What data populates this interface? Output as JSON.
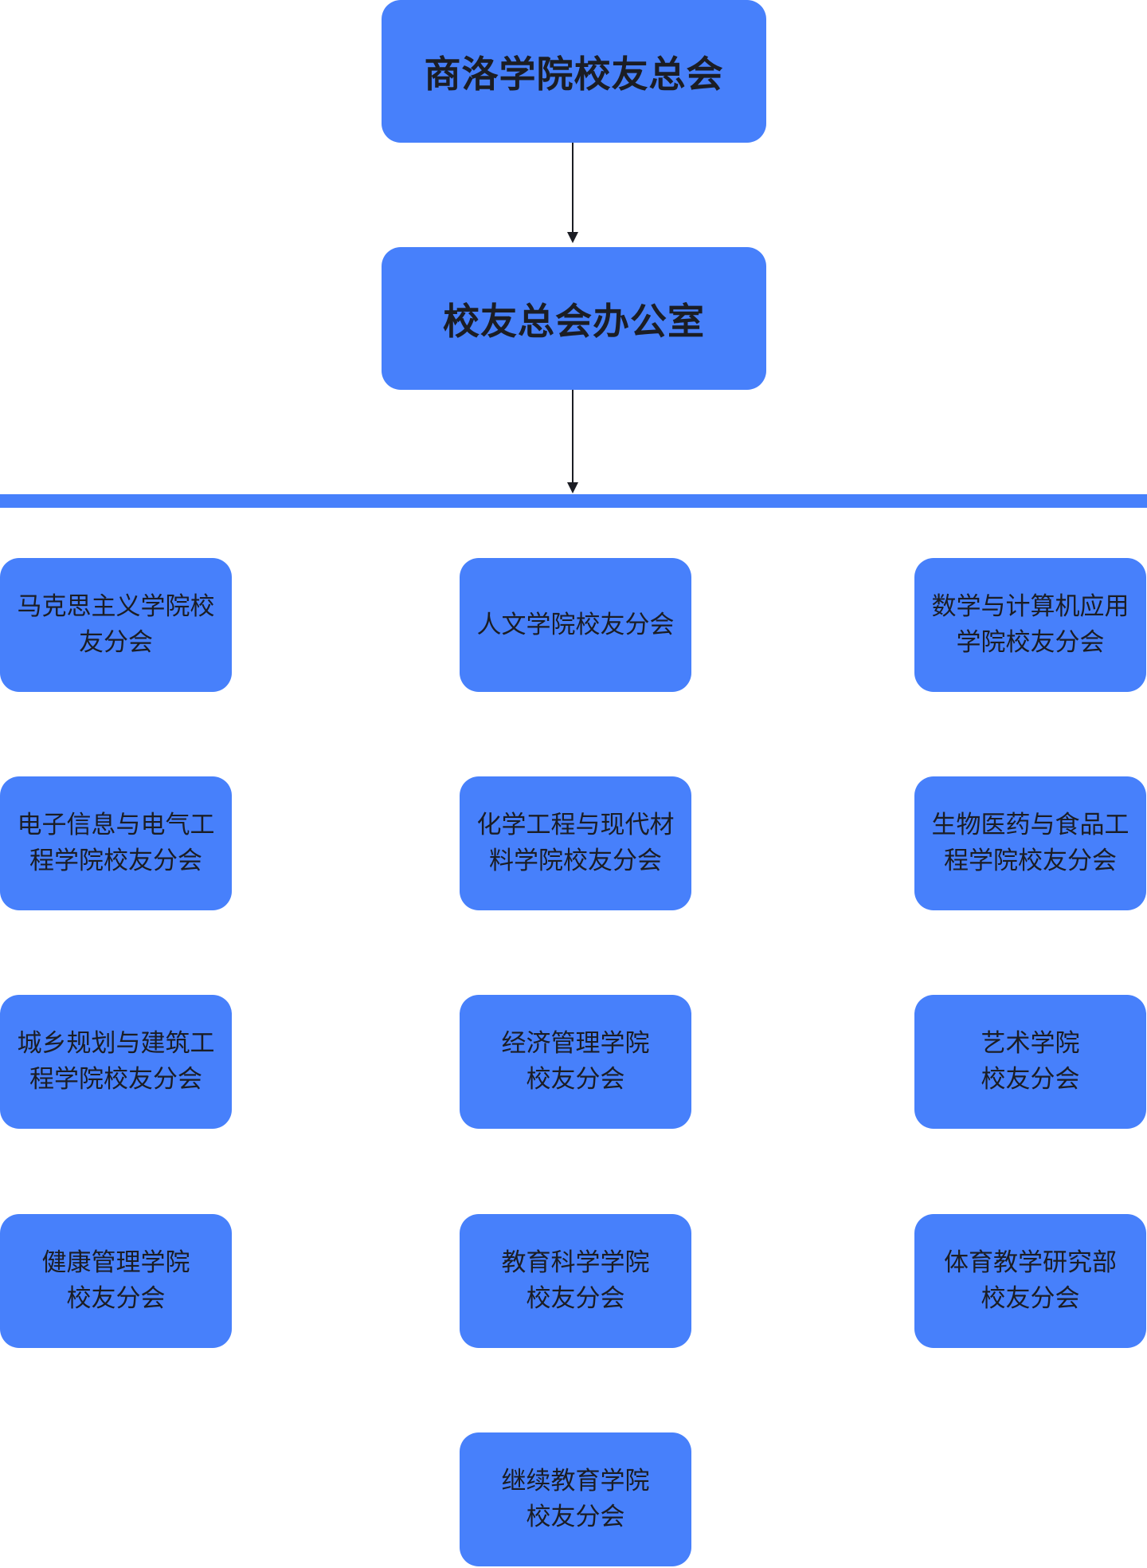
{
  "root": {
    "label": "商洛学院校友总会"
  },
  "office": {
    "label": "校友总会办公室"
  },
  "branches": [
    {
      "label": "马克思主义学院校\n友分会"
    },
    {
      "label": "人文学院校友分会"
    },
    {
      "label": "数学与计算机应用\n学院校友分会"
    },
    {
      "label": "电子信息与电气工\n程学院校友分会"
    },
    {
      "label": "化学工程与现代材\n料学院校友分会"
    },
    {
      "label": "生物医药与食品工\n程学院校友分会"
    },
    {
      "label": "城乡规划与建筑工\n程学院校友分会"
    },
    {
      "label": "经济管理学院\n校友分会"
    },
    {
      "label": "艺术学院\n校友分会"
    },
    {
      "label": "健康管理学院\n校友分会"
    },
    {
      "label": "教育科学学院\n校友分会"
    },
    {
      "label": "体育教学研究部\n校友分会"
    },
    {
      "label": "继续教育学院\n校友分会"
    }
  ]
}
